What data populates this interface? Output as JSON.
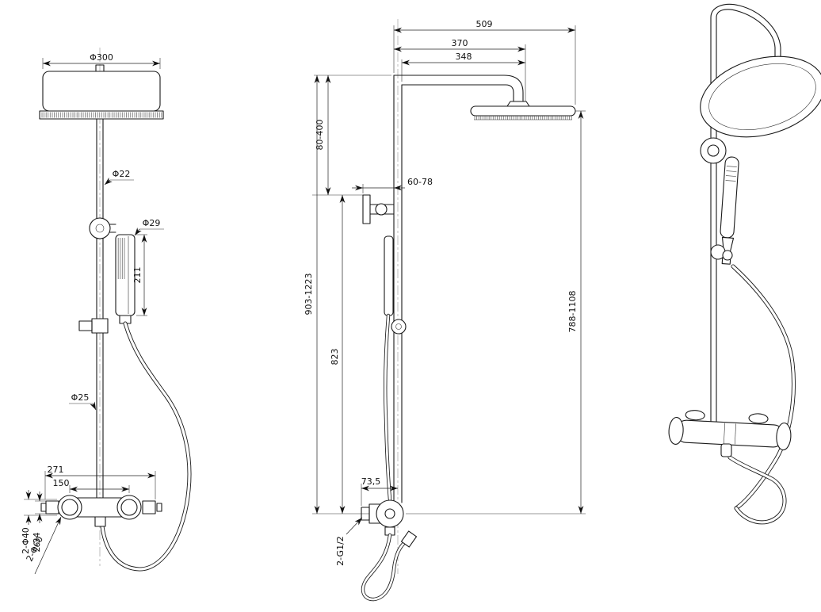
{
  "front_view": {
    "head_diameter": "Φ300",
    "pipe_diameter": "Φ22",
    "hand_shower_diameter": "Φ29",
    "hand_shower_length": "211",
    "lower_pipe_diameter": "Φ25",
    "valve_overall_width": "271",
    "valve_centers": "150",
    "handles_diameter": "2-Φ40",
    "handles_depth": "2-34",
    "escutcheons_diameter": "2-Φ60"
  },
  "side_view": {
    "overall_depth": "509",
    "arm_reach_outer": "370",
    "arm_reach_center": "348",
    "arm_to_bracket_range": "80-400",
    "bracket_depth_range": "60-78",
    "overall_height_range": "903-1223",
    "bracket_to_valve": "823",
    "valve_offset": "73,5",
    "inlet_connection": "2-G1/2",
    "head_to_valve_range": "788-1108"
  }
}
